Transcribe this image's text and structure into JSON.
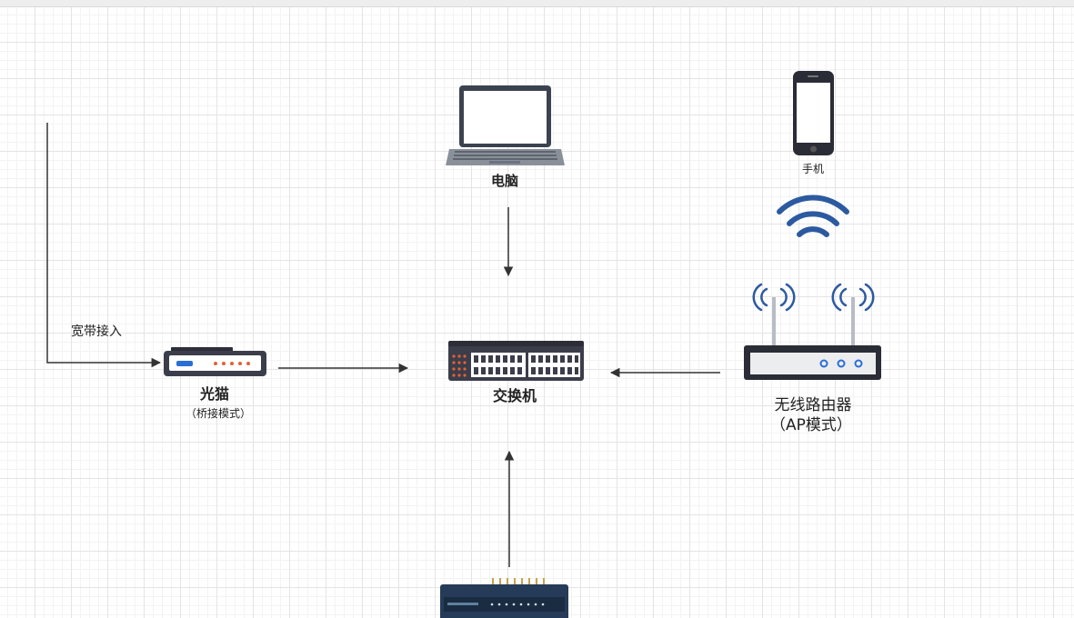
{
  "labels": {
    "broadband": "宽带接入",
    "modem": "光猫",
    "modem_mode": "（桥接模式）",
    "pc": "电脑",
    "switch": "交换机",
    "phone": "手机",
    "router": "无线路由器",
    "router_mode": "（AP模式）"
  },
  "colors": {
    "wifi_blue": "#2c5aa0",
    "line": "#333333",
    "device_dark": "#3c3d4a",
    "port_red": "#e0613a",
    "server_navy": "#253b57"
  },
  "icons": [
    "laptop-icon",
    "phone-icon",
    "wifi-icon",
    "modem-icon",
    "switch-icon",
    "router-icon",
    "server-icon"
  ]
}
